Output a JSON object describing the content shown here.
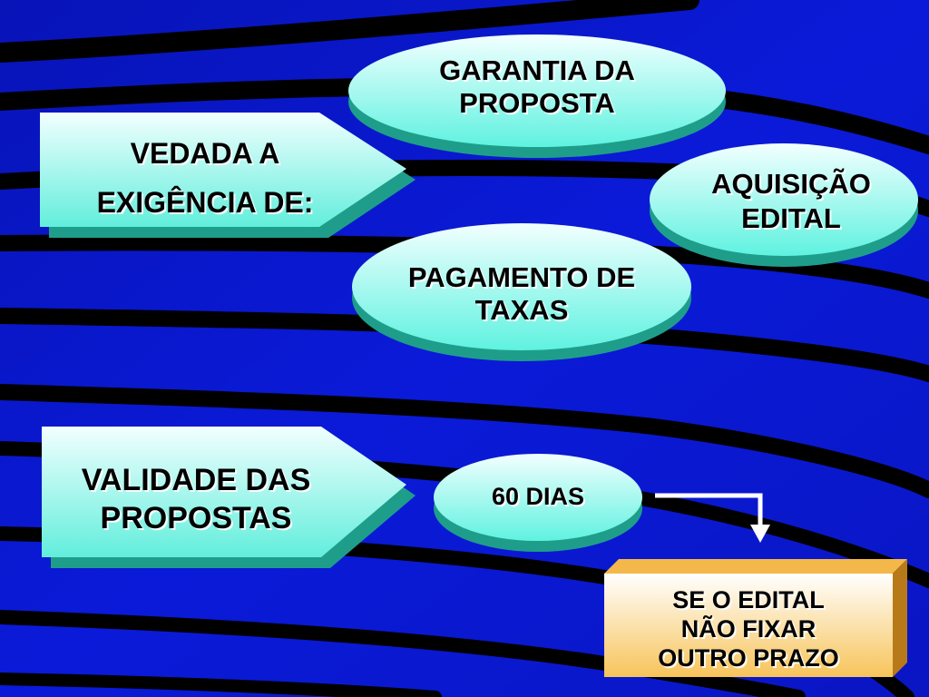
{
  "colors": {
    "background": "#0A1AD8",
    "stripe": "#000000",
    "shape_fill_top": "#F2FFFF",
    "shape_fill_bottom": "#5FF2E0",
    "shape_edge": "#1E9E8A",
    "box_fill_top": "#FFFFFF",
    "box_fill_bottom": "#F7C45A",
    "box_edge": "#C98A1E",
    "arrow": "#FFFFFF"
  },
  "shapes": {
    "vedada": {
      "line1": "VEDADA A",
      "line2": "EXIGÊNCIA DE:"
    },
    "garantia": {
      "line1": "GARANTIA DA",
      "line2": "PROPOSTA"
    },
    "aquisicao": {
      "line1": "AQUISIÇÃO",
      "line2": "EDITAL"
    },
    "pagamento": {
      "line1": "PAGAMENTO DE",
      "line2": "TAXAS"
    },
    "validade": {
      "line1": "VALIDADE DAS",
      "line2": "PROPOSTAS"
    },
    "dias": {
      "line1": "60 DIAS"
    },
    "prazo": {
      "line1": "SE O EDITAL",
      "line2": "NÃO FIXAR",
      "line3": "OUTRO PRAZO"
    }
  }
}
